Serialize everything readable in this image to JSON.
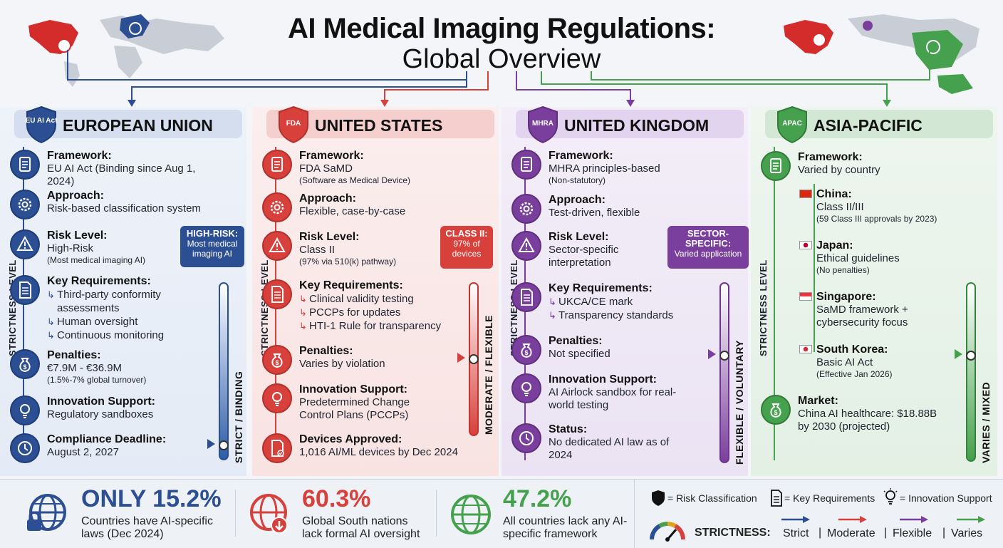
{
  "title": {
    "line1": "AI Medical Imaging Regulations:",
    "line2": "Global Overview"
  },
  "colors": {
    "eu": "#2c4f93",
    "us": "#d7403b",
    "uk": "#7a3f9d",
    "apac": "#45a14d"
  },
  "axis_label": "STRICTNESS LEVEL",
  "eu": {
    "badge": "EU AI Act",
    "region": "EUROPEAN UNION",
    "framework_label": "Framework:",
    "framework_value": "EU AI Act (Binding since Aug 1, 2024)",
    "approach_label": "Approach:",
    "approach_value": "Risk-based classification system",
    "risk_label": "Risk Level:",
    "risk_value": "High-Risk",
    "risk_sub": "(Most medical imaging AI)",
    "req_label": "Key Requirements:",
    "req_items": [
      "Third-party conformity assessments",
      "Human oversight",
      "Continuous monitoring"
    ],
    "pen_label": "Penalties:",
    "pen_value": "€7.9M - €36.9M",
    "pen_sub": "(1.5%-7% global turnover)",
    "innov_label": "Innovation Support:",
    "innov_value": "Regulatory sandboxes",
    "deadline_label": "Compliance Deadline:",
    "deadline_value": "August 2, 2027",
    "callout_title": "HIGH-RISK:",
    "callout_text": "Most medical imaging AI",
    "gauge_label": "STRICT / BINDING",
    "gauge_level": 0.05
  },
  "us": {
    "badge": "FDA",
    "region": "UNITED STATES",
    "framework_label": "Framework:",
    "framework_value": "FDA SaMD",
    "framework_sub": "(Software as Medical Device)",
    "approach_label": "Approach:",
    "approach_value": "Flexible, case-by-case",
    "risk_label": "Risk Level:",
    "risk_value": "Class II",
    "risk_sub": "(97% via 510(k) pathway)",
    "req_label": "Key Requirements:",
    "req_items": [
      "Clinical validity testing",
      "PCCPs for updates",
      "HTI-1 Rule for transparency"
    ],
    "pen_label": "Penalties:",
    "pen_value": "Varies by violation",
    "innov_label": "Innovation Support:",
    "innov_value": "Predetermined Change Control Plans (PCCPs)",
    "devices_label": "Devices Approved:",
    "devices_value": "1,016 AI/ML devices by Dec 2024",
    "callout_title": "CLASS II:",
    "callout_text": "97% of devices",
    "gauge_label": "MODERATE / FLEXIBLE",
    "gauge_level": 0.5
  },
  "uk": {
    "badge": "MHRA",
    "region": "UNITED KINGDOM",
    "framework_label": "Framework:",
    "framework_value": "MHRA principles-based",
    "framework_sub": "(Non-statutory)",
    "approach_label": "Approach:",
    "approach_value": "Test-driven, flexible",
    "risk_label": "Risk Level:",
    "risk_value": "Sector-specific interpretation",
    "req_label": "Key Requirements:",
    "req_items": [
      "UKCA/CE mark",
      "Transparency standards"
    ],
    "pen_label": "Penalties:",
    "pen_value": "Not specified",
    "innov_label": "Innovation Support:",
    "innov_value": "AI Airlock sandbox for real-world testing",
    "status_label": "Status:",
    "status_value": "No dedicated AI law as of 2024",
    "callout_title": "SECTOR-SPECIFIC:",
    "callout_text": "Varied application",
    "gauge_label": "FLEXIBLE / VOLUNTARY",
    "gauge_level": 0.6
  },
  "apac": {
    "badge": "APAC",
    "region": "ASIA-PACIFIC",
    "framework_label": "Framework:",
    "framework_value": "Varied by country",
    "countries": [
      {
        "name": "China:",
        "value": "Class II/III",
        "sub": "(59 Class III approvals by 2023)"
      },
      {
        "name": "Japan:",
        "value": "Ethical guidelines",
        "sub": "(No penalties)"
      },
      {
        "name": "Singapore:",
        "value": "SaMD framework + cybersecurity focus",
        "sub": ""
      },
      {
        "name": "South Korea:",
        "value": "Basic AI Act",
        "sub": "(Effective Jan 2026)"
      }
    ],
    "market_label": "Market:",
    "market_value": "China AI healthcare: $18.88B by 2030 (projected)",
    "gauge_label": "VARIES / MIXED",
    "gauge_level": 0.6
  },
  "footer": {
    "stat1_value": "ONLY 15.2%",
    "stat1_text": "Countries have AI-specific laws (Dec 2024)",
    "stat2_value": "60.3%",
    "stat2_text": "Global South nations lack formal AI oversight",
    "stat3_value": "47.2%",
    "stat3_text": "All countries lack any AI-specific framework",
    "legend_risk": "= Risk Classification",
    "legend_req": "= Key Requirements",
    "legend_innov": "= Innovation Support",
    "strictness_label": "STRICTNESS:",
    "strict": "Strict",
    "moderate": "Moderate",
    "flexible": "Flexible",
    "varies": "Varies",
    "sep": "|"
  }
}
